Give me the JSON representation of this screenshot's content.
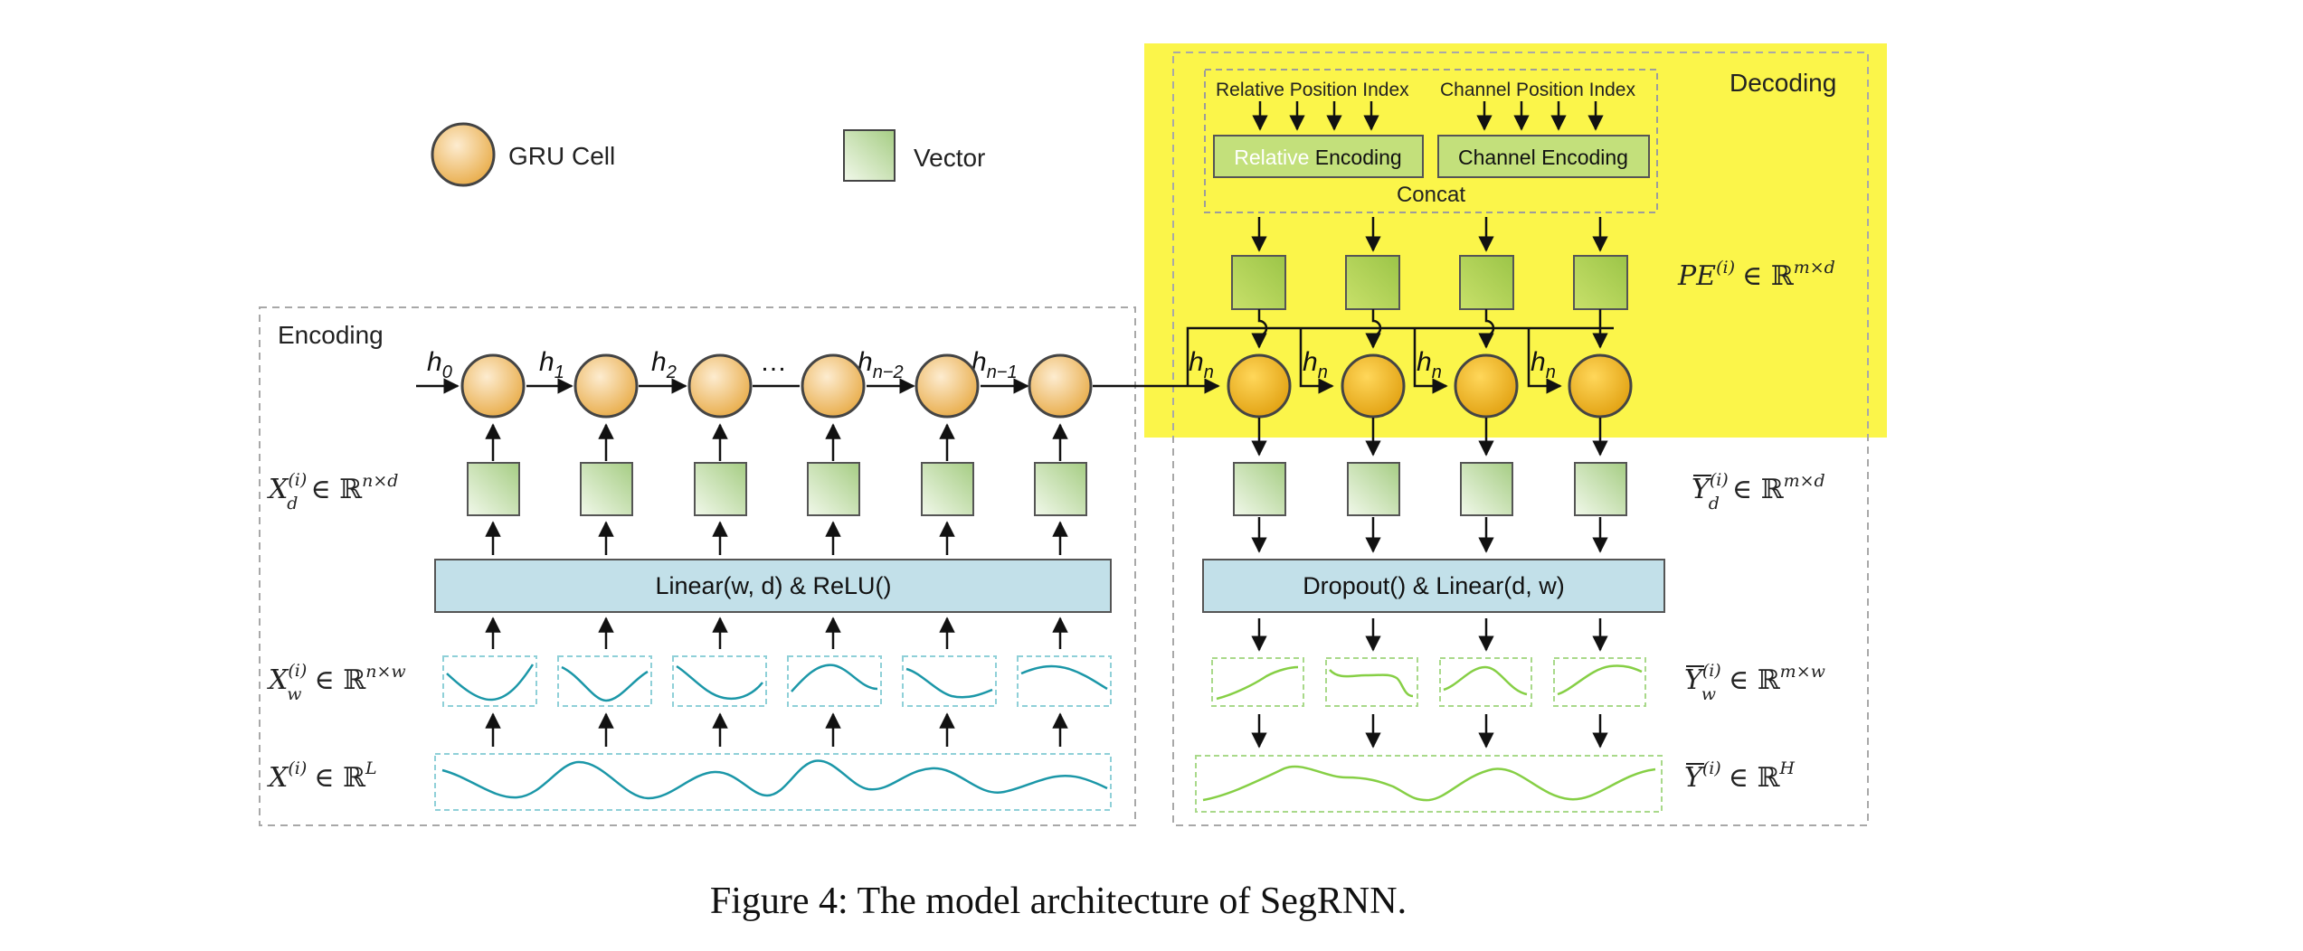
{
  "legend": {
    "gru_label": "GRU Cell",
    "vector_label": "Vector"
  },
  "encoding": {
    "title": "Encoding",
    "hidden_labels": [
      "h",
      "h",
      "h",
      "…",
      "h",
      "h"
    ],
    "hidden_subscripts": [
      "0",
      "1",
      "2",
      "",
      "n−2",
      "n−1"
    ],
    "linear_label": "Linear(w, d) & ReLU()",
    "xd_main": "X",
    "xd_sub": "d",
    "xd_sup": "(i)",
    "xd_rest": "∈ ℝ",
    "xd_dim": "n×d",
    "xw_main": "X",
    "xw_sub": "w",
    "xw_sup": "(i)",
    "xw_rest": "∈ ℝ",
    "xw_dim": "n×w",
    "x_main": "X",
    "x_sup": "(i)",
    "x_rest": "∈ ℝ",
    "x_dim": "L"
  },
  "decoding": {
    "title": "Decoding",
    "relative_index_label": "Relative Position Index",
    "channel_index_label": "Channel Position Index",
    "relative_encoding_prefix": "Relative",
    "relative_encoding_suffix": " Encoding",
    "channel_encoding_label": "Channel Encoding",
    "concat_label": "Concat",
    "pe_main": "PE",
    "pe_sup": "(i)",
    "pe_rest": "∈ ℝ",
    "pe_dim": "m×d",
    "hn_label": "h",
    "hn_sub": "n",
    "dropout_label": "Dropout() & Linear(d, w)",
    "yd_main": "Y",
    "yd_sub": "d",
    "yd_sup": "(i)",
    "yd_rest": "∈ ℝ",
    "yd_dim": "m×d",
    "yw_main": "Y",
    "yw_sub": "w",
    "yw_sup": "(i)",
    "yw_rest": "∈ ℝ",
    "yw_dim": "m×w",
    "y_main": "Y",
    "y_sup": "(i)",
    "y_rest": "∈ ℝ",
    "y_dim": "H"
  },
  "caption": "Figure 4: The model architecture of SegRNN.",
  "colors": {
    "highlight": "#fbf54a",
    "gru_fill_light": "#fde7c2",
    "gru_fill_dark": "#ebb34f",
    "gru_dec_light": "#ffd24d",
    "gru_dec_dark": "#e6a40c",
    "vector_fill_light": "#e3f0d6",
    "vector_fill_dark": "#a8cf86",
    "linear_box": "#c2e0e9",
    "enc_wave": "#1b97a8",
    "dec_wave": "#86cf45",
    "encoding_box": "#c3e07b"
  }
}
